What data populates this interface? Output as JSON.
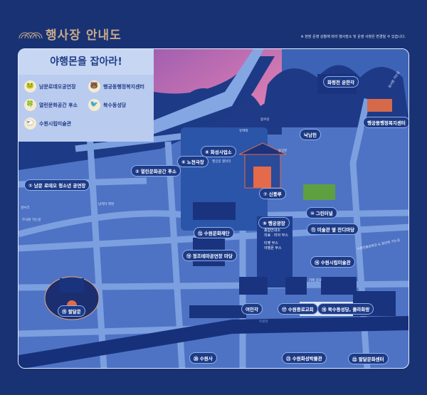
{
  "header": {
    "title": "행사장 안내도",
    "notice": "※ 현장 운영 상황에 따라 행사장소 및 운영 사항은 변경될 수 있습니다."
  },
  "legend": {
    "title": "야행몬을 잡아라!",
    "items": [
      {
        "label": "남문로데오공연장",
        "icon": "mascot-green"
      },
      {
        "label": "행궁동행정복지센터",
        "icon": "mascot-dark"
      },
      {
        "label": "열린문화공간 후소",
        "icon": "mascot-leaf"
      },
      {
        "label": "북수동성당",
        "icon": "mascot-bird"
      },
      {
        "label": "수원시립미술관",
        "icon": "mascot-sheep"
      }
    ]
  },
  "places": [
    {
      "label": "화령전 운한각"
    },
    {
      "label": "낙남헌"
    },
    {
      "label": "행궁동행정복지센터"
    },
    {
      "label": "⑧ 화성사업소"
    },
    {
      "label": "⑥ 노천극장"
    },
    {
      "label": "② 열린문화공간 후소"
    },
    {
      "label": "① 남문 로데오 청소년 공연장"
    },
    {
      "label": "⑦ 신풍루"
    },
    {
      "label": "⑨ 행궁광장"
    },
    {
      "label": "⑩ 그린터널"
    },
    {
      "label": "⑪ 미술관 옆 잔디마당"
    },
    {
      "label": "⑫ 수원문화재단"
    },
    {
      "label": "⑬ 정조테마공연장 마당"
    },
    {
      "label": "⑭ 수원시립미술관"
    },
    {
      "label": "⑮ 팔달문"
    },
    {
      "label": "여민각"
    },
    {
      "label": "⑰ 수원중로교회"
    },
    {
      "label": "⑱ 북수동성당, 콜라화랑"
    },
    {
      "label": "⑳ 수원사"
    },
    {
      "label": "㉑ 수원화성박물관"
    },
    {
      "label": "㉒ 팔달문화센터"
    }
  ],
  "small_labels": {
    "bongsudang": "봉수당",
    "yuyeotaek": "유여택",
    "jungyangmun": "중양문",
    "gallery": "행궁길 갤러리",
    "hwaseomun_road": "화서문 가는길",
    "bugukwon_road": "부국원 가는길",
    "namji": "남지터 벽면",
    "cafe": "카페 중로",
    "stream": "수원천",
    "hall_road": "수원전통문화관 & 창안현 가는길",
    "seongnuri": "성누리"
  },
  "plaza_info": {
    "info_booth": "종합안내소",
    "info_booth2": "의료 · 미아 부스",
    "ticket": "티켓 부스",
    "ticket2": "야행몬 부스"
  }
}
